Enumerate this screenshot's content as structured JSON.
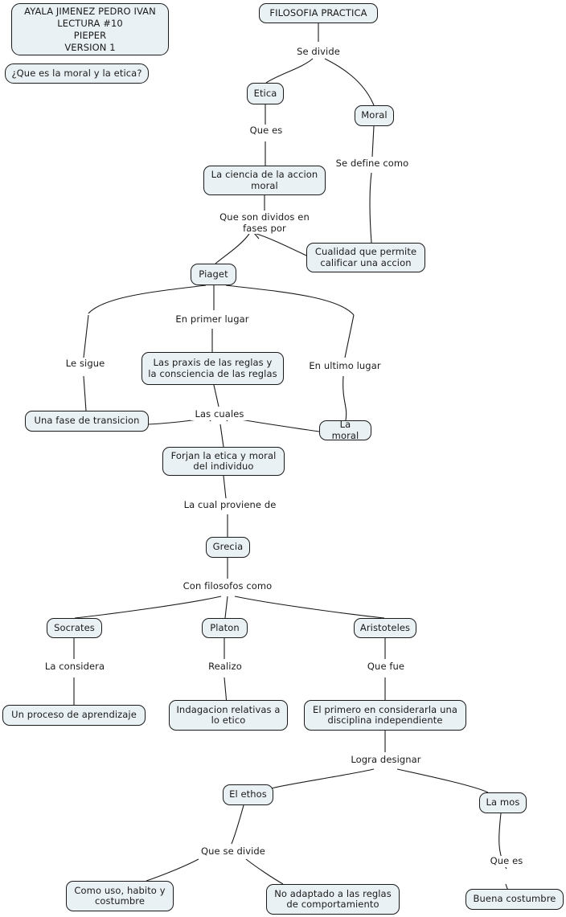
{
  "map": {
    "title_node": "FILOSOFIA PRACTICA",
    "background": "#ffffff",
    "node_fill": "#eaf1f4",
    "node_stroke": "#1a1a1a",
    "text_color": "#1a1a1a"
  },
  "header": {
    "author_block": "AYALA JIMENEZ PEDRO IVAN\nLECTURA #10\nPIEPER\nVERSION 1",
    "focus_question": "¿Que es la moral y la etica?"
  },
  "nodes": [
    {
      "id": "filosofia",
      "label": "FILOSOFIA PRACTICA"
    },
    {
      "id": "etica",
      "label": "Etica"
    },
    {
      "id": "moral",
      "label": "Moral"
    },
    {
      "id": "ciencia",
      "label": "La ciencia de la accion\nmoral"
    },
    {
      "id": "cualidad",
      "label": "Cualidad que permite\ncalificar una accion"
    },
    {
      "id": "piaget",
      "label": "Piaget"
    },
    {
      "id": "praxis",
      "label": "Las praxis de las reglas y\nla consciencia de las reglas"
    },
    {
      "id": "transicion",
      "label": "Una fase de transicion"
    },
    {
      "id": "lamoral",
      "label": "La moral"
    },
    {
      "id": "forjan",
      "label": "Forjan la etica y moral\ndel individuo"
    },
    {
      "id": "grecia",
      "label": "Grecia"
    },
    {
      "id": "socrates",
      "label": "Socrates"
    },
    {
      "id": "platon",
      "label": "Platon"
    },
    {
      "id": "aristoteles",
      "label": "Aristoteles"
    },
    {
      "id": "aprendizaje",
      "label": "Un proceso de aprendizaje"
    },
    {
      "id": "indagacion",
      "label": "Indagacion relativas a\nlo etico"
    },
    {
      "id": "primero",
      "label": "El primero en considerarla una\ndisciplina independiente"
    },
    {
      "id": "ethos",
      "label": "El ethos"
    },
    {
      "id": "lamos",
      "label": "La mos"
    },
    {
      "id": "uso",
      "label": "Como uso, habito y\ncostumbre"
    },
    {
      "id": "noadaptado",
      "label": "No adaptado a las reglas\nde comportamiento"
    },
    {
      "id": "buenacostumbre",
      "label": "Buena costumbre"
    }
  ],
  "link_labels": [
    {
      "id": "se_divide",
      "label": "Se divide"
    },
    {
      "id": "que_es_1",
      "label": "Que es"
    },
    {
      "id": "se_define_como",
      "label": "Se define como"
    },
    {
      "id": "divididos_fases",
      "label": "Que son dividos en\nfases por"
    },
    {
      "id": "primer_lugar",
      "label": "En primer lugar"
    },
    {
      "id": "le_sigue",
      "label": "Le sigue"
    },
    {
      "id": "ultimo_lugar",
      "label": "En ultimo lugar"
    },
    {
      "id": "las_cuales",
      "label": "Las cuales"
    },
    {
      "id": "proviene_de",
      "label": "La cual proviene de"
    },
    {
      "id": "filosofos_como",
      "label": "Con filosofos como"
    },
    {
      "id": "la_considera",
      "label": "La considera"
    },
    {
      "id": "realizo",
      "label": "Realizo"
    },
    {
      "id": "que_fue",
      "label": "Que fue"
    },
    {
      "id": "logra_designar",
      "label": "Logra designar"
    },
    {
      "id": "que_se_divide",
      "label": "Que se divide"
    },
    {
      "id": "que_es_2",
      "label": "Que es"
    }
  ]
}
